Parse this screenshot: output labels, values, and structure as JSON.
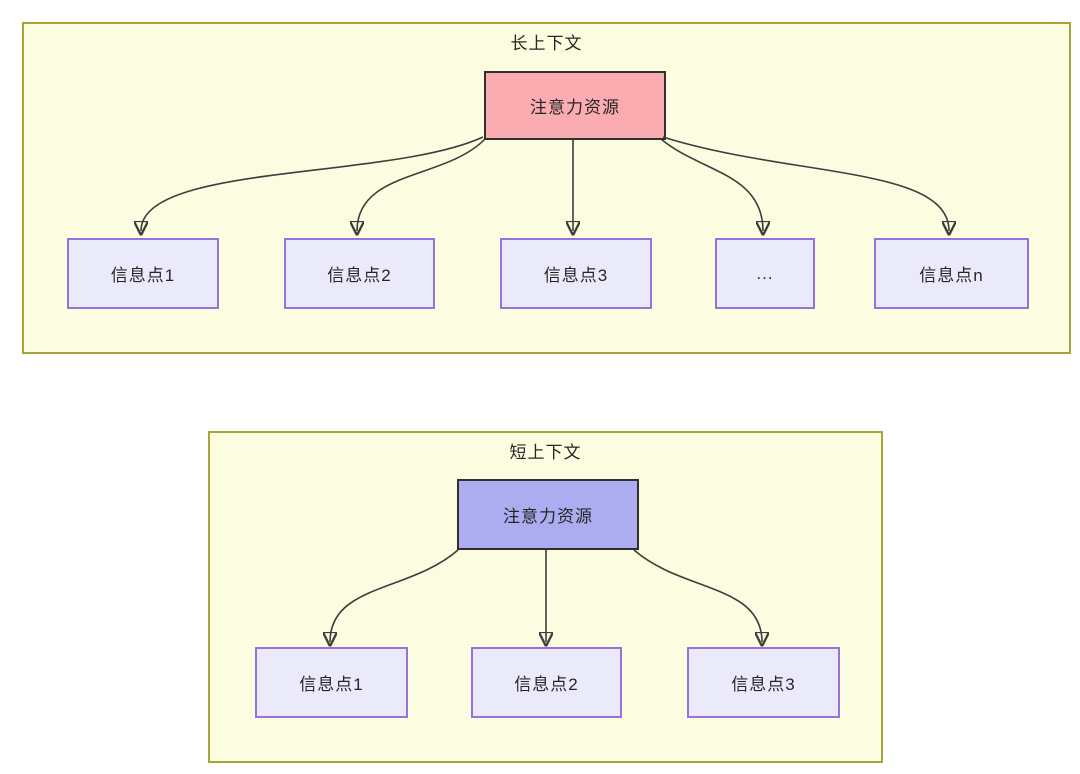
{
  "long_context": {
    "title": "长上下文",
    "source_label": "注意力资源",
    "targets": [
      "信息点1",
      "信息点2",
      "信息点3",
      "...",
      "信息点n"
    ]
  },
  "short_context": {
    "title": "短上下文",
    "source_label": "注意力资源",
    "targets": [
      "信息点1",
      "信息点2",
      "信息点3"
    ]
  },
  "colors": {
    "container_fill": "#FCFCE1",
    "container_border": "#A6A63B",
    "long_source_fill": "#FBACB1",
    "short_source_fill": "#ACACF0",
    "target_fill": "#EAEAFB",
    "target_border": "#9673DB",
    "source_border": "#2F2F2F",
    "arrow": "#3D3D3D",
    "text": "#262626"
  }
}
